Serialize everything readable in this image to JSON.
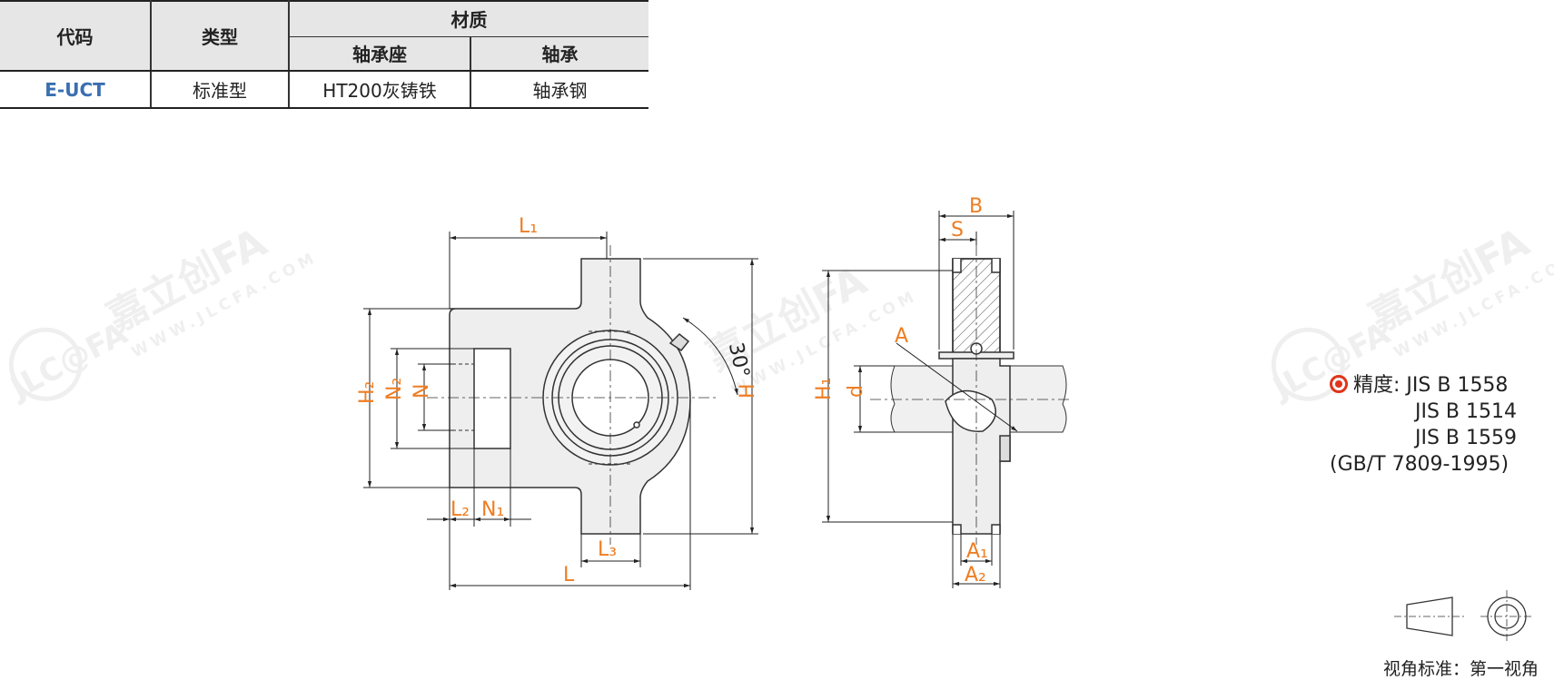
{
  "table": {
    "headers": {
      "code": "代码",
      "type": "类型",
      "material": "材质",
      "housing": "轴承座",
      "bearing": "轴承"
    },
    "row": {
      "code": "E-UCT",
      "type": "标准型",
      "housing_material": "HT200灰铸铁",
      "bearing_material": "轴承钢"
    }
  },
  "watermark": {
    "brand": "嘉立创FA",
    "logo": "JLC@FA",
    "url": "WWW.JLCFA.COM"
  },
  "front_view": {
    "labels": {
      "L1": "L₁",
      "H2": "H₂",
      "N2": "N₂",
      "N": "N",
      "H": "H",
      "L2": "L₂",
      "N1": "N₁",
      "L3": "L₃",
      "L": "L",
      "angle": "30°"
    }
  },
  "side_view": {
    "labels": {
      "B": "B",
      "S": "S",
      "A": "A",
      "H1": "H₁",
      "d": "d",
      "A1": "A₁",
      "A2": "A₂"
    }
  },
  "precision": {
    "label": "精度:",
    "standards": [
      "JIS B 1558",
      "JIS B 1514",
      "JIS B 1559"
    ],
    "gb": "(GB/T 7809-1995)"
  },
  "projection": {
    "caption": "视角标准：第一视角"
  },
  "colors": {
    "accent": "#ee7d22",
    "code": "#3a6fb0",
    "header_bg": "#e6e6e6",
    "marker": "#e0341a"
  }
}
